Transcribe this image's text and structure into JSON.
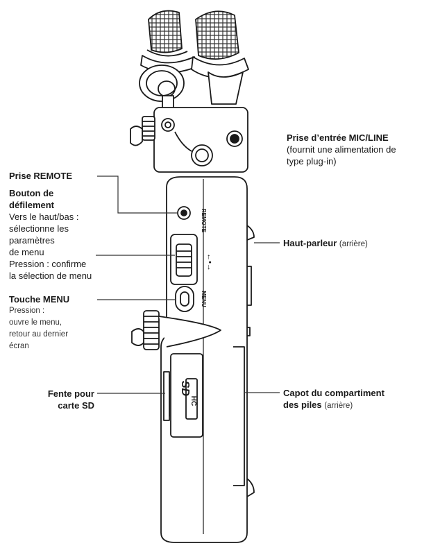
{
  "device_text": {
    "remote": "REMOTE",
    "menu": "MENU",
    "arrows": "←•→",
    "sd_logo": "SD",
    "hc": "HC"
  },
  "labels": {
    "mic_line": {
      "title": "Prise d’entrée MIC/LINE",
      "desc_1": "(fournit une alimentation de",
      "desc_2": "type plug-in)"
    },
    "remote": {
      "title": "Prise REMOTE"
    },
    "scroll": {
      "title_1": "Bouton de",
      "title_2": "défilement",
      "desc_1": "Vers le haut/bas :",
      "desc_2": "sélectionne les",
      "desc_3": "paramètres",
      "desc_4": "de menu",
      "desc_5": "Pression : confirme",
      "desc_6": "la sélection de menu"
    },
    "menu": {
      "title": "Touche MENU",
      "desc_1": "Pression :",
      "desc_2": "ouvre le menu,",
      "desc_3": "retour au dernier",
      "desc_4": "écran"
    },
    "speaker": {
      "title": "Haut-parleur",
      "note": "(arrière)"
    },
    "sd": {
      "title_1": "Fente pour",
      "title_2": "carte SD"
    },
    "battery": {
      "title_1": "Capot du compartiment",
      "title_2": "des piles",
      "note": "(arrière)"
    }
  }
}
